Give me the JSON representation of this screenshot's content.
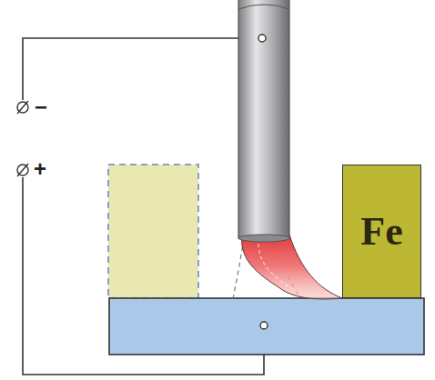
{
  "diagram": {
    "nodes": [
      {
        "text": [
          "Fe"
        ]
      }
    ],
    "labels": [
      "−",
      "+"
    ]
  }
}
